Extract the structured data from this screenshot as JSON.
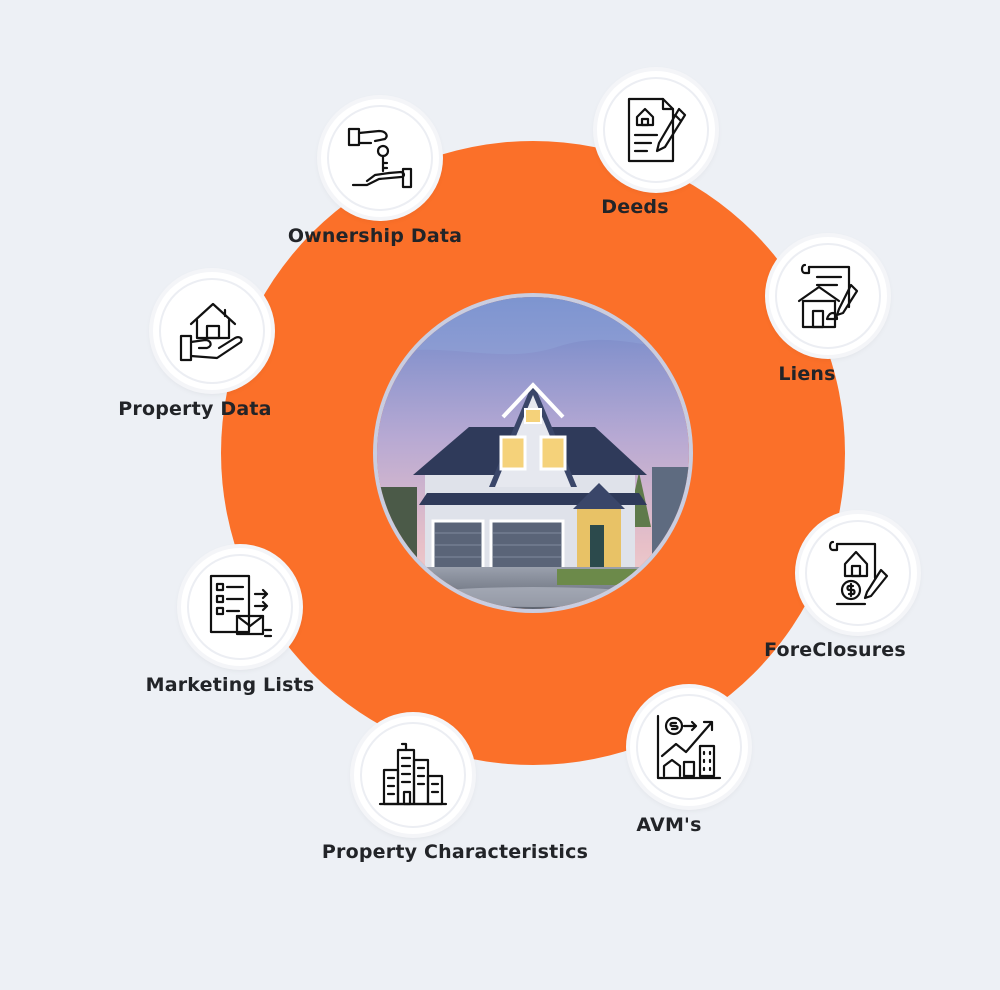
{
  "diagram": {
    "colors": {
      "ring": "#fb7029",
      "background": "#edf0f5",
      "node": "#ffffff",
      "text": "#222428"
    },
    "center": {
      "image": "house-photo"
    },
    "nodes": [
      {
        "label": "Ownership Data",
        "icon": "key-handover-icon"
      },
      {
        "label": "Deeds",
        "icon": "document-pen-icon"
      },
      {
        "label": "Liens",
        "icon": "house-contract-icon"
      },
      {
        "label": "Property Data",
        "icon": "house-in-hand-icon"
      },
      {
        "label": "ForeClosures",
        "icon": "foreclosure-document-icon"
      },
      {
        "label": "Marketing Lists",
        "icon": "checklist-mail-icon"
      },
      {
        "label": "AVM's",
        "icon": "growth-chart-city-icon"
      },
      {
        "label": "Property Characteristics",
        "icon": "city-buildings-icon"
      }
    ]
  }
}
